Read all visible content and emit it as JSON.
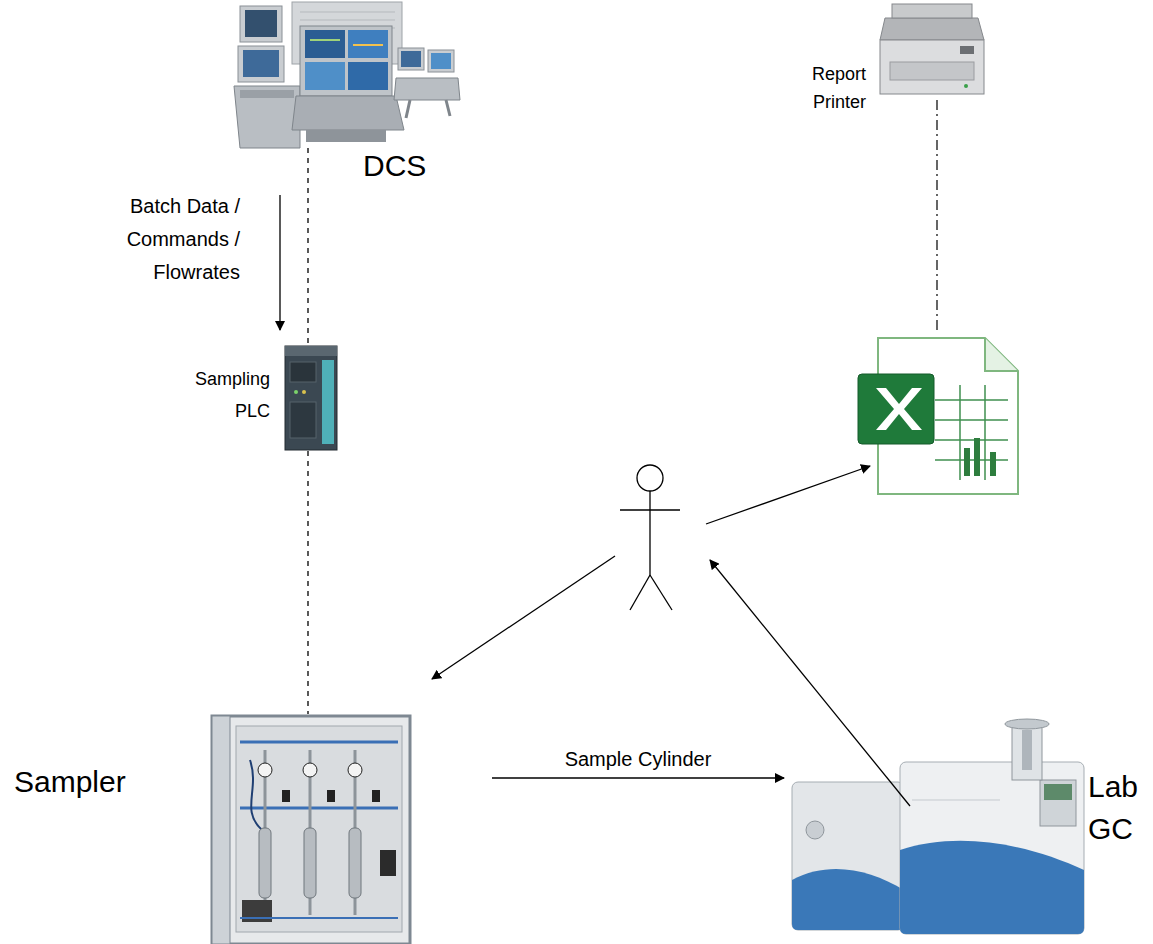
{
  "diagram": {
    "nodes": [
      {
        "text": [
          "DCS"
        ]
      },
      {
        "text": [
          "Report Printer"
        ]
      },
      {
        "text": [
          "Sampling PLC"
        ]
      },
      {
        "text": [
          "Sampler"
        ]
      },
      {
        "text": [
          "Lab GC"
        ]
      }
    ],
    "edges": [
      {
        "from": 0,
        "to": 2,
        "arrow": "none"
      },
      {
        "from": 2,
        "to": 3,
        "arrow": "none"
      },
      {
        "from": 3,
        "to": 4,
        "arrow": "to",
        "label": "Sample Cylinder"
      }
    ],
    "labels": [
      "Batch Data / Commands / Flowrates"
    ]
  }
}
